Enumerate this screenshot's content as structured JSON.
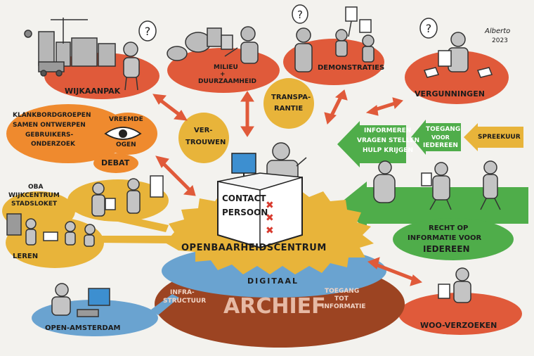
{
  "signature": {
    "name": "Alberto",
    "year": "2023"
  },
  "topics": {
    "wijkaanpak": "WIJKAANPAK",
    "milieu_line1": "MILIEU",
    "milieu_plus": "+",
    "milieu_line2": "DUURZAAMHEID",
    "demonstraties": "DEMONSTRATIES",
    "vergunningen": "VERGUNNINGEN",
    "transparantie_line1": "TRANSPA-",
    "transparantie_line2": "RANTIE",
    "vertrouwen_line1": "VER-",
    "vertrouwen_line2": "TROUWEN"
  },
  "participation": {
    "line1": "KLANKBORDGROEPEN",
    "line2": "SAMEN ONTWERPEN",
    "line3": "GEBRUIKERS-",
    "line4": "ONDERZOEK",
    "vreemde": "VREEMDE",
    "ogen": "OGEN",
    "debat": "DEBAT"
  },
  "arrows": {
    "informeren_line1": "INFORMEREN",
    "informeren_line2": "VRAGEN STELLEN",
    "informeren_line3": "HULP KRIJGEN",
    "toegang_line1": "TOEGANG",
    "toegang_line2": "VOOR",
    "toegang_line3": "IEDEREEN",
    "spreekuur": "SPREEKUUR"
  },
  "locations": {
    "line1": "OBA",
    "line2": "WIJKCENTRUM",
    "line3": "STADSLOKET",
    "leren": "LEREN"
  },
  "contact": {
    "line1": "CONTACT",
    "line2": "PERSOON"
  },
  "center": {
    "openbaarheidscentrum": "OPENBAARHEIDSCENTRUM",
    "digitaal": "DIGITAAL",
    "infrastructuur_line1": "INFRA-",
    "infrastructuur_line2": "STRUCTUUR",
    "archief": "ARCHIEF",
    "toegang_line1": "TOEGANG",
    "toegang_line2": "TOT",
    "toegang_line3": "INFORMATIE"
  },
  "rights": {
    "recht_line1": "RECHT OP",
    "recht_line2": "INFORMATIE VOOR",
    "recht_line3": "IEDEREEN",
    "woo": "WOO-VERZOEKEN"
  },
  "open_amsterdam": "OPEN-AMSTERDAM",
  "colors": {
    "orange_red": "#e05a3a",
    "orange": "#ef8a2e",
    "gold": "#e8b43a",
    "green": "#4fad4a",
    "blue": "#6aa3d0",
    "brown": "#9c4422",
    "background": "#f3f2ee"
  },
  "icons": [
    "question-bubble-icon",
    "amsterdam-crosses-icon",
    "eye-icon",
    "computer-monitor-icon"
  ]
}
